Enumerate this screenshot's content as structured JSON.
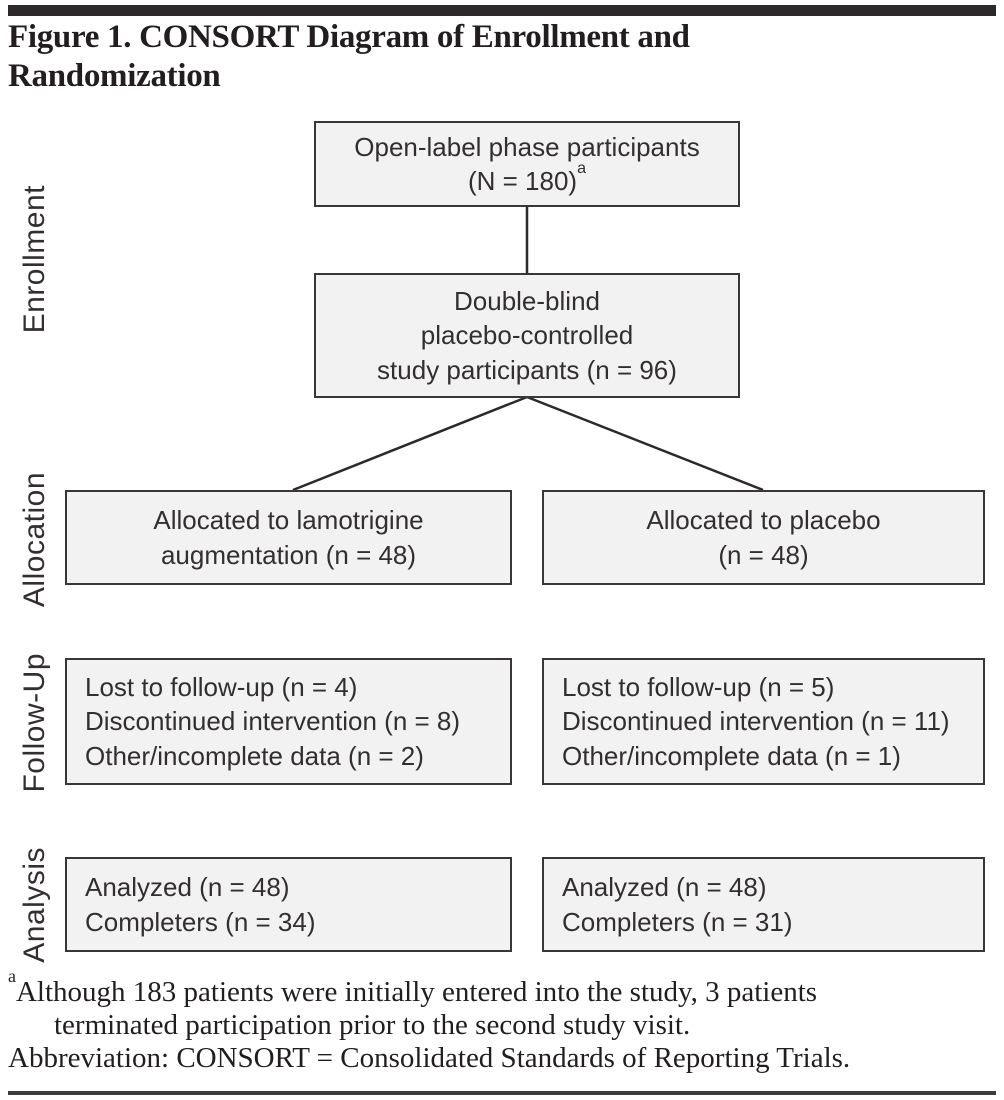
{
  "figure": {
    "title": "Figure 1. CONSORT Diagram of Enrollment and Randomization"
  },
  "stages": {
    "enrollment": "Enrollment",
    "allocation": "Allocation",
    "followup": "Follow-Up",
    "analysis": "Analysis"
  },
  "boxes": {
    "open_label": {
      "line1": "Open-label phase participants",
      "line2": "(N = 180)",
      "footnote_marker": "a"
    },
    "double_blind": {
      "line1": "Double-blind",
      "line2": "placebo-controlled",
      "line3": "study participants (n = 96)"
    },
    "alloc_left": {
      "line1": "Allocated to lamotrigine",
      "line2": "augmentation (n = 48)"
    },
    "alloc_right": {
      "line1": "Allocated to placebo",
      "line2": "(n = 48)"
    },
    "followup_left": {
      "line1": "Lost to follow-up (n = 4)",
      "line2": "Discontinued intervention (n = 8)",
      "line3": "Other/incomplete data (n = 2)"
    },
    "followup_right": {
      "line1": "Lost to follow-up (n = 5)",
      "line2": "Discontinued intervention (n = 11)",
      "line3": "Other/incomplete data (n = 1)"
    },
    "analysis_left": {
      "line1": "Analyzed (n = 48)",
      "line2": "Completers (n = 34)"
    },
    "analysis_right": {
      "line1": "Analyzed (n = 48)",
      "line2": "Completers (n = 31)"
    }
  },
  "footnote": {
    "marker": "a",
    "line1": "Although 183 patients were initially entered into the study, 3 patients",
    "line2": "terminated participation prior to the second study visit.",
    "line3": "Abbreviation: CONSORT = Consolidated Standards of Reporting Trials."
  },
  "colors": {
    "box_fill": "#f2f2f2",
    "box_border": "#3a3637",
    "bar": "#2d292a",
    "text": "#332f30"
  }
}
